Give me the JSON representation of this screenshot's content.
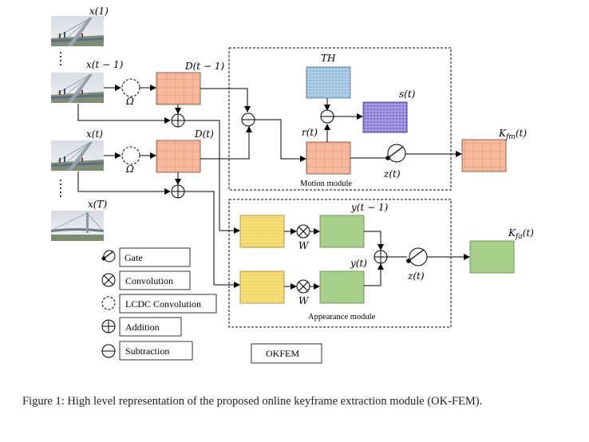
{
  "frames": {
    "x1": "x(1)",
    "x_t_minus_1": "x(t − 1)",
    "x_t": "x(t)",
    "x_T": "x(T)"
  },
  "ops": {
    "omega_top": "Ω",
    "omega_bottom": "Ω",
    "w_top": "W",
    "w_bottom": "W"
  },
  "signals": {
    "d_t_minus_1": "D(t − 1)",
    "d_t": "D(t)",
    "th": "TH",
    "s_t": "s(t)",
    "r_t": "r(t)",
    "z_t_motion": "z(t)",
    "k_fm": "K",
    "k_fm_sub": "fm",
    "k_fm_arg": "(t)",
    "y_t_minus_1": "y(t − 1)",
    "y_t": "y(t)",
    "z_t_appearance": "z(t)",
    "k_fa": "K",
    "k_fa_sub": "fa",
    "k_fa_arg": "(t)"
  },
  "modules": {
    "motion": "Motion module",
    "appearance": "Appearance module"
  },
  "legend": {
    "gate": "Gate",
    "convolution": "Convolution",
    "lcdc": "LCDC Convolution",
    "addition": "Addition",
    "subtraction": "Subtraction"
  },
  "system_label": "OKFEM",
  "caption": "Figure 1: High level representation of the proposed online keyframe extraction module (OK-FEM).",
  "colors": {
    "frame_box": "#f6b89a",
    "threshold_box": "#a9cbe6",
    "output_box": "#9f92dd",
    "appearance_in": "#f7dc74",
    "appearance_out": "#a8d08a"
  }
}
